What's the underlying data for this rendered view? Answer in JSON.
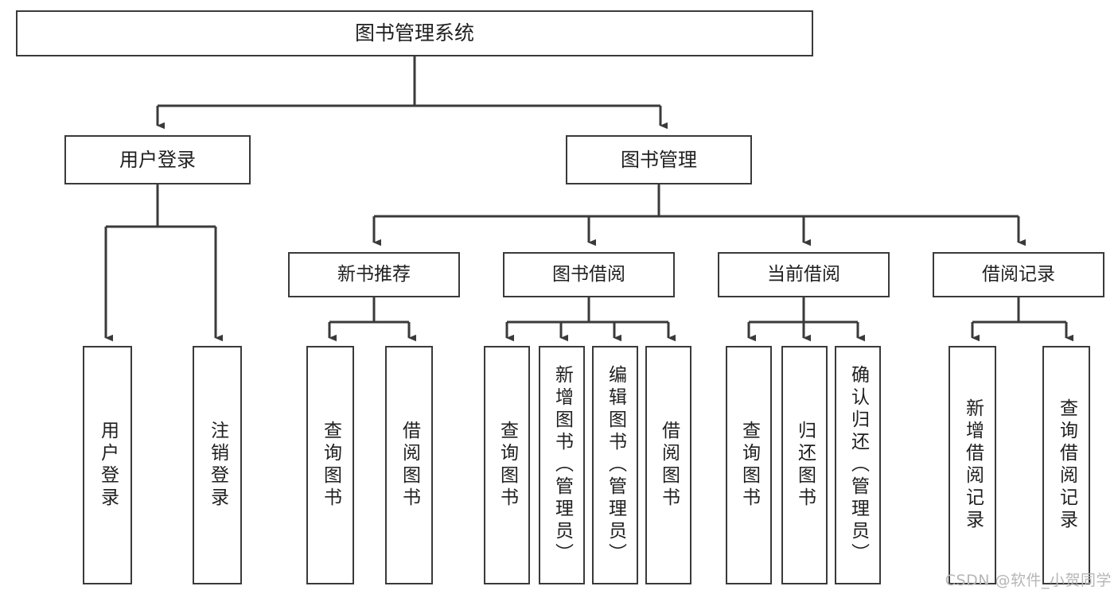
{
  "diagram": {
    "title": "图书管理系统",
    "watermark": "CSDN @软件_小贺同学",
    "line_color": "#3a3a3a",
    "box_fill": "#ffffff",
    "text_color": "#1f1f1f",
    "watermark_color": "#b6b6b6",
    "nodes": {
      "root": {
        "label": "图书管理系统"
      },
      "level2": [
        {
          "id": "user-login",
          "label": "用户登录"
        },
        {
          "id": "book-management",
          "label": "图书管理"
        }
      ],
      "level3": [
        {
          "id": "new-book-recommend",
          "label": "新书推荐"
        },
        {
          "id": "book-borrow",
          "label": "图书借阅"
        },
        {
          "id": "current-borrow",
          "label": "当前借阅"
        },
        {
          "id": "borrow-record",
          "label": "借阅记录"
        }
      ],
      "leaves": {
        "user_login": [
          {
            "id": "leaf-user-login",
            "label": "用户登录"
          },
          {
            "id": "leaf-user-logout",
            "label": "注销登录"
          }
        ],
        "new_book_recommend": [
          {
            "id": "leaf-query-book-1",
            "label": "查询图书"
          },
          {
            "id": "leaf-borrow-book-1",
            "label": "借阅图书"
          }
        ],
        "book_borrow": [
          {
            "id": "leaf-query-book-2",
            "label": "查询图书"
          },
          {
            "id": "leaf-add-book",
            "label": "新增图书（管理员）"
          },
          {
            "id": "leaf-edit-book",
            "label": "编辑图书（管理员）"
          },
          {
            "id": "leaf-borrow-book-2",
            "label": "借阅图书"
          }
        ],
        "current_borrow": [
          {
            "id": "leaf-query-book-3",
            "label": "查询图书"
          },
          {
            "id": "leaf-return-book",
            "label": "归还图书"
          },
          {
            "id": "leaf-confirm-return",
            "label": "确认归还（管理员）"
          }
        ],
        "borrow_record": [
          {
            "id": "leaf-add-record",
            "label": "新增借阅记录"
          },
          {
            "id": "leaf-query-record",
            "label": "查询借阅记录"
          }
        ]
      }
    }
  }
}
